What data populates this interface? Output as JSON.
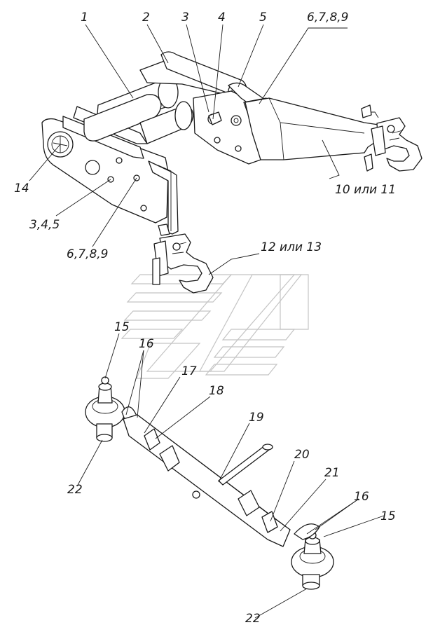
{
  "labels": {
    "l1": "1",
    "l2": "2",
    "l3": "3",
    "l4": "4",
    "l5": "5",
    "l6789_top": "6,7,8,9",
    "l14": "14",
    "l345": "3,4,5",
    "l6789_left": "6,7,8,9",
    "l10_11": "10 или 11",
    "l12_13": "12 или 13",
    "l15_left": "15",
    "l16_left": "16",
    "l17": "17",
    "l18": "18",
    "l19": "19",
    "l20": "20",
    "l21": "21",
    "l16_right": "16",
    "l15_right": "15",
    "l22_left": "22",
    "l22_right": "22"
  }
}
